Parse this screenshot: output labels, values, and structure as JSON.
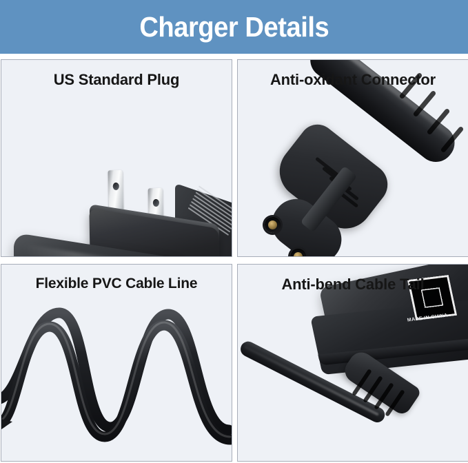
{
  "header": {
    "title": "Charger Details",
    "band_color": "#5f92c1",
    "title_color": "#ffffff"
  },
  "panels": [
    {
      "id": "us-standard-plug",
      "label": "US Standard Plug",
      "subject": "ac-adapter-plug",
      "background": "#eef1f6",
      "border_color": "#a7adb8"
    },
    {
      "id": "anti-oxidant-connector",
      "label": "Anti-oxidant Connector",
      "subject": "c7-figure-8-connector",
      "background": "#eef1f6",
      "border_color": "#a7adb8"
    },
    {
      "id": "flexible-pvc-cable-line",
      "label": "Flexible PVC Cable Line",
      "subject": "wavy-black-cable",
      "background": "#eef1f6",
      "border_color": "#a7adb8"
    },
    {
      "id": "anti-bend-cable-tail",
      "label": "Anti-bend Cable Tail",
      "subject": "adapter-strain-relief",
      "background": "#eef1f6",
      "border_color": "#a7adb8"
    }
  ],
  "product_markings": {
    "polarity_symbol": "+",
    "qr_caption": "MADE IN CHINA"
  }
}
